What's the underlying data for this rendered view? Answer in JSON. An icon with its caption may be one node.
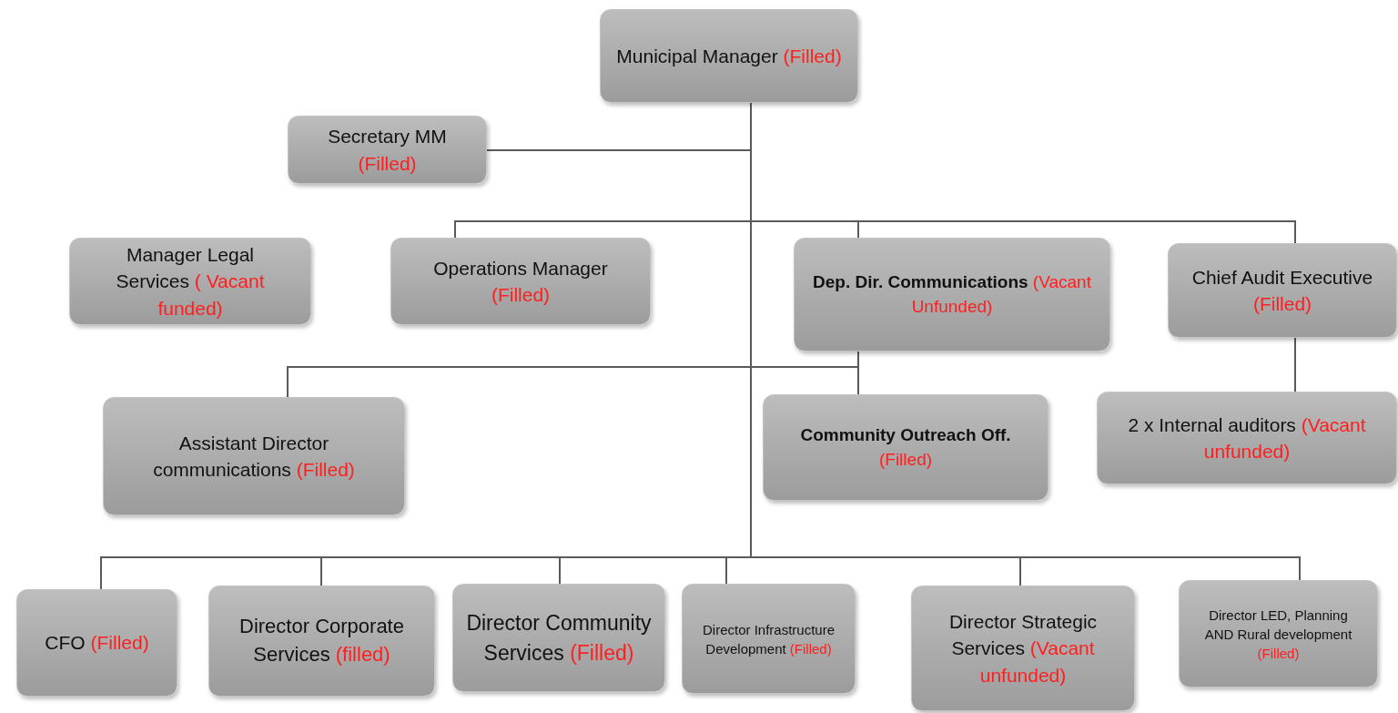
{
  "diagram": {
    "nodes": [
      {
        "text": [
          "Municipal Manager",
          "(Filled)"
        ]
      },
      {
        "text": [
          "Secretary MM",
          "(Filled)"
        ]
      },
      {
        "text": [
          "Manager Legal Services",
          "( Vacant funded)"
        ]
      },
      {
        "text": [
          "Operations Manager",
          "(Filled)"
        ]
      },
      {
        "text": [
          "**Dep. Dir. Communications**",
          "(Vacant Unfunded)"
        ]
      },
      {
        "text": [
          "Chief Audit Executive",
          "(Filled)"
        ]
      },
      {
        "text": [
          "Assistant Director communications",
          "(Filled)"
        ]
      },
      {
        "text": [
          "**Community Outreach Off.**",
          "(Filled)"
        ]
      },
      {
        "text": [
          "2 x Internal auditors",
          "(Vacant  unfunded)"
        ]
      },
      {
        "text": [
          "CFO",
          "(Filled)"
        ]
      },
      {
        "text": [
          "Director Corporate Services",
          "(filled)"
        ]
      },
      {
        "text": [
          "Director Community Services",
          "(Filled)"
        ]
      },
      {
        "text": [
          "Director Infrastructure Development",
          "(Filled)"
        ]
      },
      {
        "text": [
          "Director Strategic Services",
          "(Vacant unfunded)"
        ]
      },
      {
        "text": [
          "Director LED, Planning AND Rural development",
          "(Filled)"
        ]
      }
    ],
    "edges": [
      {
        "from": 0,
        "to": 1,
        "arrow": "none"
      },
      {
        "from": 0,
        "to": 3,
        "arrow": "none"
      },
      {
        "from": 0,
        "to": 4,
        "arrow": "none"
      },
      {
        "from": 0,
        "to": 5,
        "arrow": "none"
      },
      {
        "from": 4,
        "to": 6,
        "arrow": "none"
      },
      {
        "from": 4,
        "to": 7,
        "arrow": "none"
      },
      {
        "from": 5,
        "to": 8,
        "arrow": "none"
      },
      {
        "from": 0,
        "to": 9,
        "arrow": "none"
      },
      {
        "from": 0,
        "to": 10,
        "arrow": "none"
      },
      {
        "from": 0,
        "to": 11,
        "arrow": "none"
      },
      {
        "from": 0,
        "to": 12,
        "arrow": "none"
      },
      {
        "from": 0,
        "to": 13,
        "arrow": "none"
      },
      {
        "from": 0,
        "to": 14,
        "arrow": "none"
      }
    ]
  }
}
